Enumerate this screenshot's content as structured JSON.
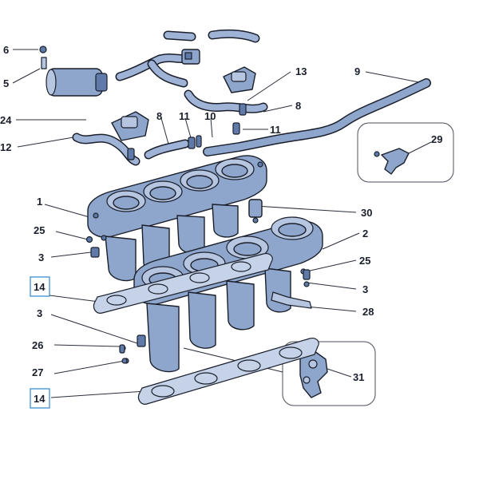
{
  "diagram": {
    "callouts": [
      {
        "id": "c6",
        "label": "6"
      },
      {
        "id": "c5",
        "label": "5"
      },
      {
        "id": "c24",
        "label": "24"
      },
      {
        "id": "c12",
        "label": "12"
      },
      {
        "id": "c13",
        "label": "13"
      },
      {
        "id": "c9",
        "label": "9"
      },
      {
        "id": "c8a",
        "label": "8"
      },
      {
        "id": "c8b",
        "label": "8"
      },
      {
        "id": "c11a",
        "label": "11"
      },
      {
        "id": "c10",
        "label": "10"
      },
      {
        "id": "c11b",
        "label": "11"
      },
      {
        "id": "c29",
        "label": "29"
      },
      {
        "id": "c1",
        "label": "1"
      },
      {
        "id": "c30",
        "label": "30"
      },
      {
        "id": "c25a",
        "label": "25"
      },
      {
        "id": "c2",
        "label": "2"
      },
      {
        "id": "c3a",
        "label": "3"
      },
      {
        "id": "c25b",
        "label": "25"
      },
      {
        "id": "c14a",
        "label": "14"
      },
      {
        "id": "c3b",
        "label": "3"
      },
      {
        "id": "c3c",
        "label": "3"
      },
      {
        "id": "c28",
        "label": "28"
      },
      {
        "id": "c26",
        "label": "26"
      },
      {
        "id": "c27",
        "label": "27"
      },
      {
        "id": "c31",
        "label": "31"
      },
      {
        "id": "c14b",
        "label": "14"
      }
    ]
  }
}
